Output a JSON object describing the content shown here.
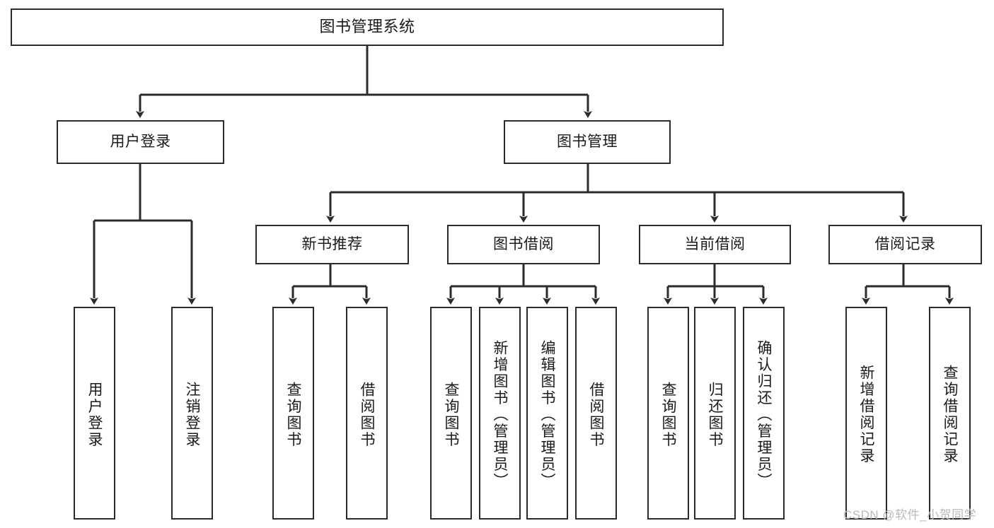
{
  "diagram": {
    "title": "图书管理系统",
    "type": "hierarchy-tree",
    "watermark": "CSDN @软件_小贺同学",
    "colors": {
      "stroke": "#2b2b2b",
      "fill": "#ffffff",
      "text": "#1a1a1a",
      "watermark": "#b9b9b9"
    },
    "nodes": {
      "root": {
        "label": "图书管理系统"
      },
      "level1": [
        {
          "label": "用户登录"
        },
        {
          "label": "图书管理"
        }
      ],
      "level2": [
        {
          "label": "新书推荐"
        },
        {
          "label": "图书借阅"
        },
        {
          "label": "当前借阅"
        },
        {
          "label": "借阅记录"
        }
      ],
      "leaves_user_login": [
        {
          "label": "用户登录"
        },
        {
          "label": "注销登录"
        }
      ],
      "leaves_new_book": [
        {
          "label": "查询图书"
        },
        {
          "label": "借阅图书"
        }
      ],
      "leaves_borrow": [
        {
          "label": "查询图书"
        },
        {
          "label": "新增图书（管理员）"
        },
        {
          "label": "编辑图书（管理员）"
        },
        {
          "label": "借阅图书"
        }
      ],
      "leaves_current": [
        {
          "label": "查询图书"
        },
        {
          "label": "归还图书"
        },
        {
          "label": "确认归还（管理员）"
        }
      ],
      "leaves_records": [
        {
          "label": "新增借阅记录"
        },
        {
          "label": "查询借阅记录"
        }
      ]
    }
  }
}
